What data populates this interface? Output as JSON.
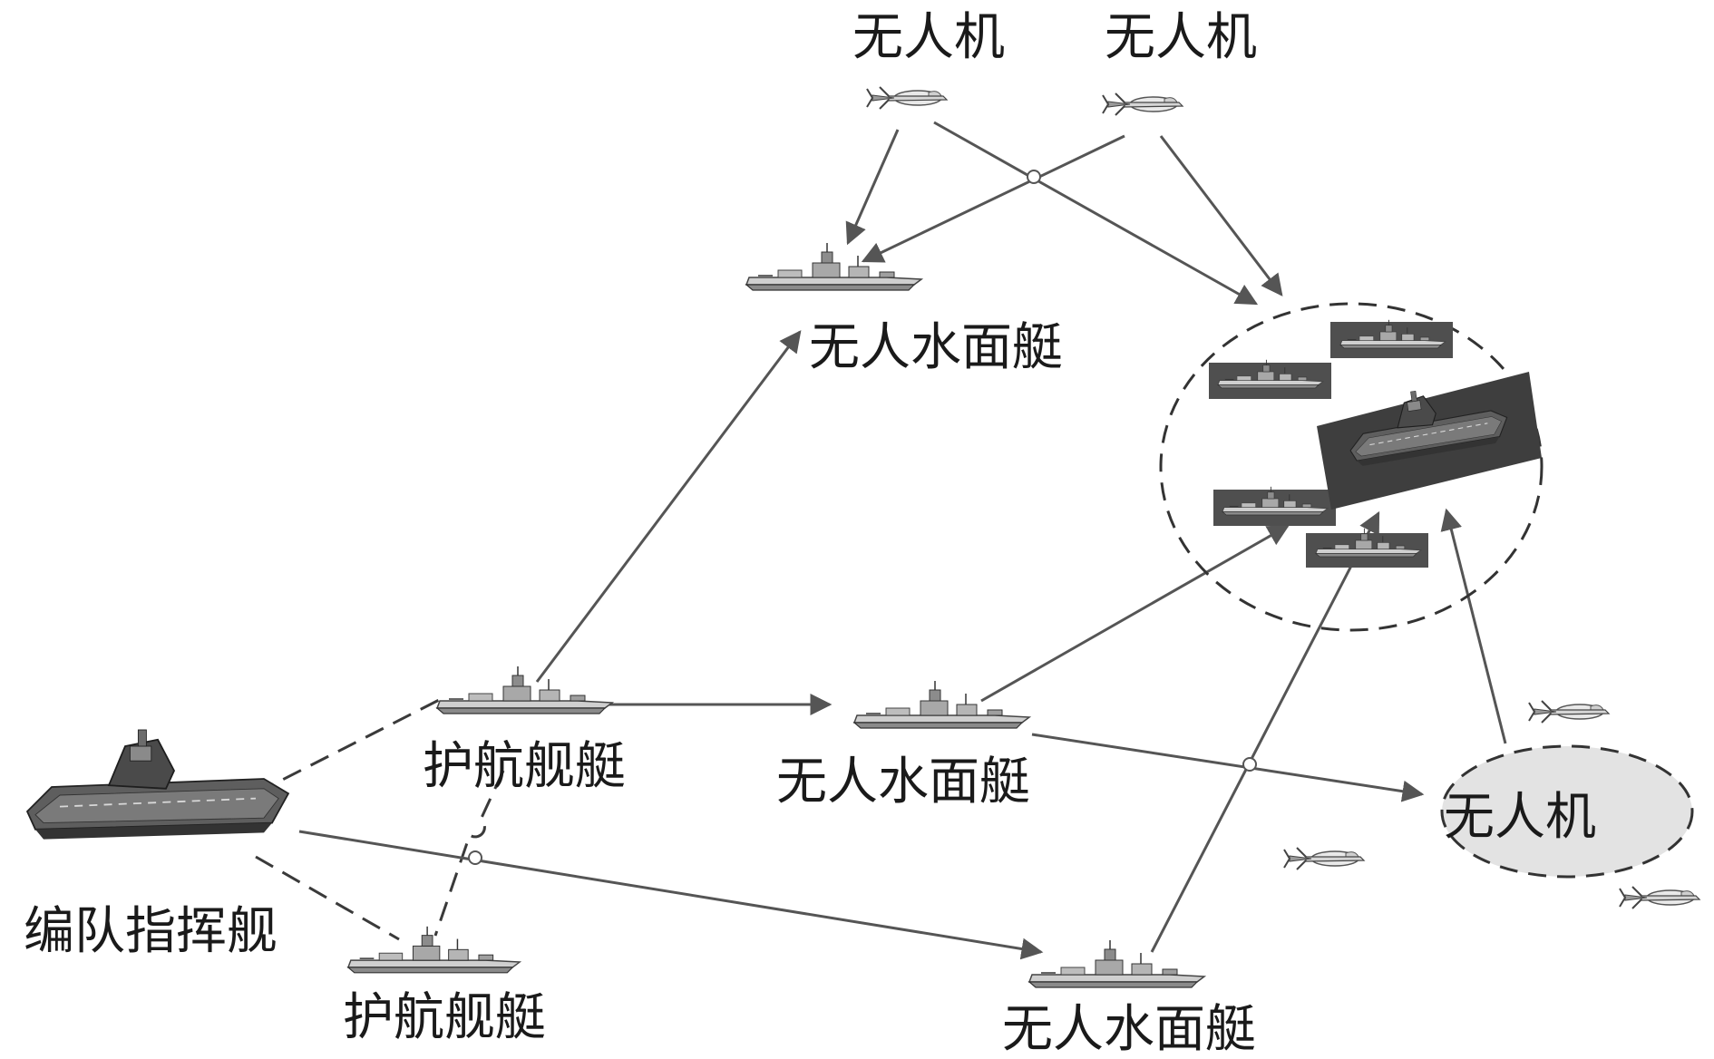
{
  "labels": {
    "uav_top_left": "无人机",
    "uav_top_right": "无人机",
    "usv_top": "无人水面艇",
    "escort_upper": "护航舰艇",
    "usv_middle": "无人水面艇",
    "escort_lower": "护航舰艇",
    "usv_bottom": "无人水面艇",
    "command_ship": "编队指挥舰",
    "uav_group": "无人机"
  },
  "colors": {
    "line": "#555555",
    "dashed_line": "#3a3a3a",
    "uav_group_fill": "#e3e3e3",
    "ship_hull": "#bdbdbd",
    "ship_dark": "#4a4a4a",
    "target_box": "#4f4f4f"
  },
  "icons": [
    "uav-icon",
    "warship-icon",
    "aircraft-carrier-icon"
  ]
}
